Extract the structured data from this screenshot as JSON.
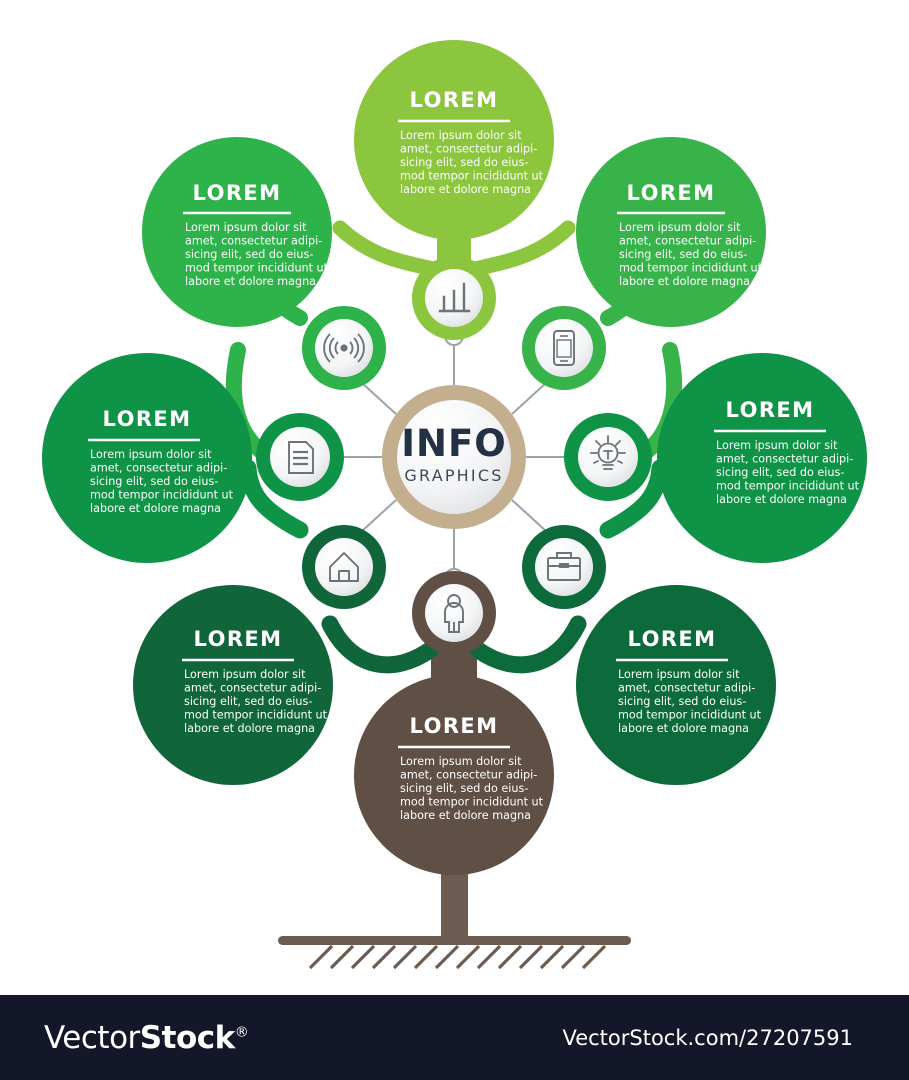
{
  "hub": {
    "title_main": "INFO",
    "title_sub": "GRAPHICS",
    "ring_color": "#c3ae8d",
    "face_color": "#f2f3f5"
  },
  "palette": {
    "light_green": "#8cc63e",
    "mid_green": "#2eb24a",
    "green": "#37b34a",
    "deep_green": "#0f9347",
    "dark_green": "#14914b",
    "darkest_green": "#10663a",
    "forest_green": "#0d6b3b",
    "brown": "#5f4f45",
    "brown_dark": "#6b5b50",
    "connector": "#9aa3a8",
    "icon_stroke": "#6b7278",
    "white": "#ffffff"
  },
  "body_text": "Lorem ipsum dolor sit amet, consectetur adipi-sicing elit, sed do eius-mod tempor incididunt ut labore et dolore magna",
  "nodes": [
    {
      "id": "top-center",
      "title": "LOREM",
      "lines": [
        "Lorem ipsum dolor sit",
        "amet, consectetur adipi-",
        "sicing elit, sed do eius-",
        "mod tempor incididunt ut",
        "labore et dolore magna"
      ],
      "color": "#8cc63e",
      "icon": "bar-chart-icon"
    },
    {
      "id": "top-left",
      "title": "LOREM",
      "lines": [
        "Lorem ipsum dolor sit",
        "amet, consectetur adipi-",
        "sicing elit, sed do eius-",
        "mod tempor incididunt ut",
        "labore et dolore magna"
      ],
      "color": "#2eb24a",
      "icon": "wifi-signal-icon"
    },
    {
      "id": "top-right",
      "title": "LOREM",
      "lines": [
        "Lorem ipsum dolor sit",
        "amet, consectetur adipi-",
        "sicing elit, sed do eius-",
        "mod tempor incididunt ut",
        "labore et dolore magna"
      ],
      "color": "#37b34a",
      "icon": "smartphone-icon"
    },
    {
      "id": "mid-left",
      "title": "LOREM",
      "lines": [
        "Lorem ipsum dolor sit",
        "amet, consectetur adipi-",
        "sicing elit, sed do eius-",
        "mod tempor incididunt ut",
        "labore et dolore magna"
      ],
      "color": "#0f9347",
      "icon": "document-icon"
    },
    {
      "id": "mid-right",
      "title": "LOREM",
      "lines": [
        "Lorem ipsum dolor sit",
        "amet, consectetur adipi-",
        "sicing elit, sed do eius-",
        "mod tempor incididunt ut",
        "labore et dolore magna"
      ],
      "color": "#0f9347",
      "icon": "lightbulb-icon"
    },
    {
      "id": "bottom-left",
      "title": "LOREM",
      "lines": [
        "Lorem ipsum dolor sit",
        "amet, consectetur adipi-",
        "sicing elit, sed do eius-",
        "mod tempor incididunt ut",
        "labore et dolore magna"
      ],
      "color": "#10663a",
      "icon": "home-icon"
    },
    {
      "id": "bottom-right",
      "title": "LOREM",
      "lines": [
        "Lorem ipsum dolor sit",
        "amet, consectetur adipi-",
        "sicing elit, sed do eius-",
        "mod tempor incididunt ut",
        "labore et dolore magna"
      ],
      "color": "#0d6b3b",
      "icon": "briefcase-icon"
    },
    {
      "id": "bottom-center",
      "title": "LOREM",
      "lines": [
        "Lorem ipsum dolor sit",
        "amet, consectetur adipi-",
        "sicing elit, sed do eius-",
        "mod tempor incididunt ut",
        "labore et dolore magna"
      ],
      "color": "#5f4f45",
      "icon": "person-icon"
    }
  ],
  "footer": {
    "logo_part1": "Vector",
    "logo_part2": "Stock",
    "logo_reg": "®",
    "url": "VectorStock.com/27207591"
  }
}
